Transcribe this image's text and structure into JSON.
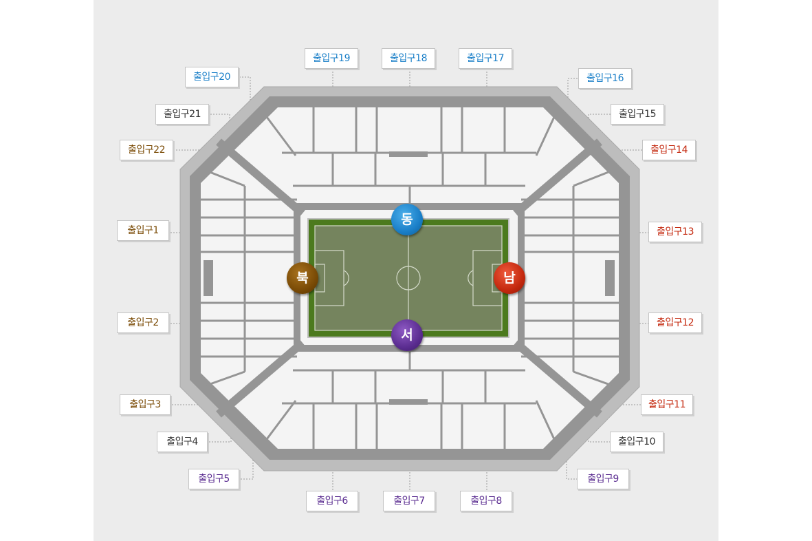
{
  "colors": {
    "east": "#1a7fc8",
    "west": "#5b2d91",
    "north": "#7a4b06",
    "south": "#c4280e",
    "gate_black": "#333333",
    "pitch": "#75845e",
    "pitch_border": "#4c7a1e"
  },
  "directions": {
    "east": {
      "label": "동",
      "icon": "east-marker"
    },
    "west": {
      "label": "서",
      "icon": "west-marker"
    },
    "north": {
      "label": "북",
      "icon": "north-marker"
    },
    "south": {
      "label": "남",
      "icon": "south-marker"
    }
  },
  "gates": {
    "g1": "출입구1",
    "g2": "출입구2",
    "g3": "출입구3",
    "g4": "출입구4",
    "g5": "출입구5",
    "g6": "출입구6",
    "g7": "출입구7",
    "g8": "출입구8",
    "g9": "출입구9",
    "g10": "출입구10",
    "g11": "출입구11",
    "g12": "출입구12",
    "g13": "출입구13",
    "g14": "출입구14",
    "g15": "출입구15",
    "g16": "출입구16",
    "g17": "출입구17",
    "g18": "출입구18",
    "g19": "출입구19",
    "g20": "출입구20",
    "g21": "출입구21",
    "g22": "출입구22"
  }
}
